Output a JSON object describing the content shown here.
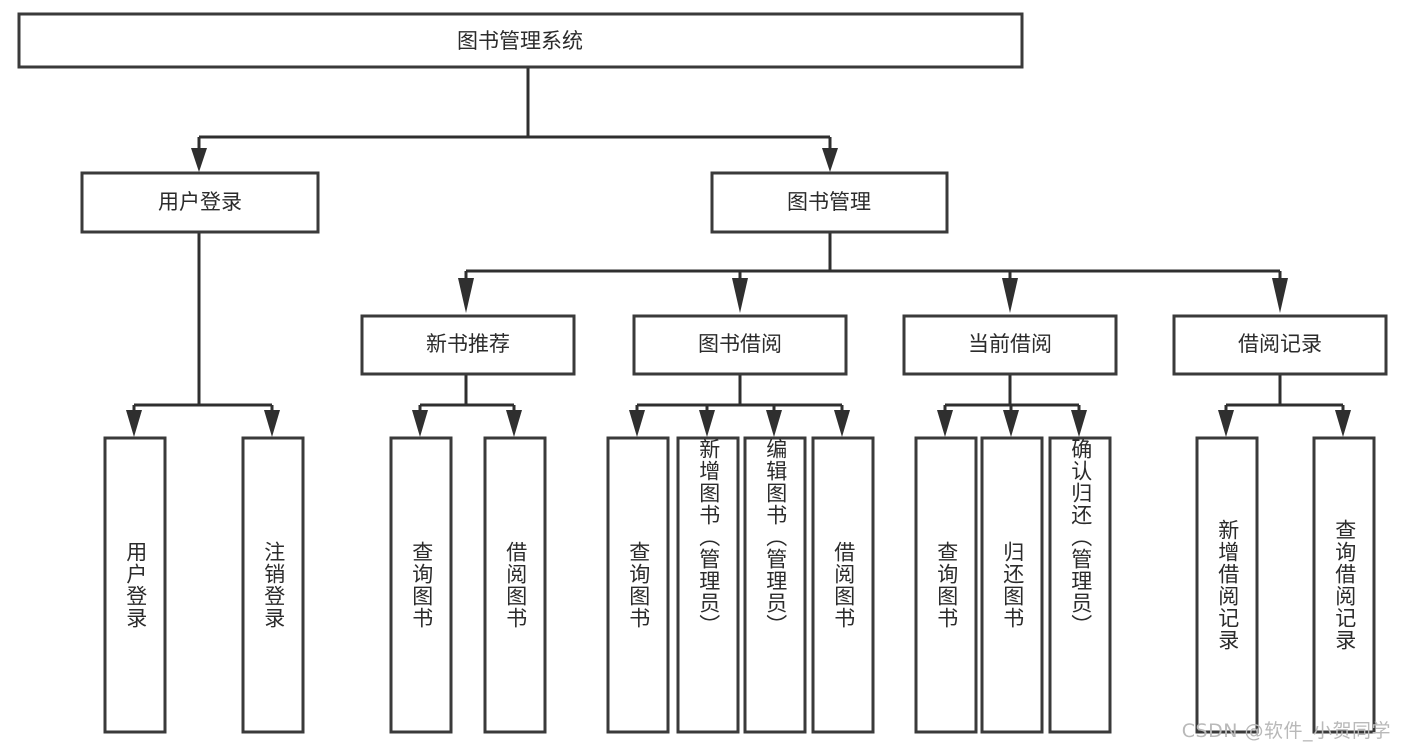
{
  "diagram": {
    "type": "tree-hierarchy",
    "title": "图书管理系统",
    "watermark": "CSDN @软件_小贺同学",
    "colors": {
      "box_stroke": "#3a3a3a",
      "connector": "#2f2f2f",
      "background": "#ffffff",
      "text": "#2b2b2b",
      "watermark": "#b9b9b9"
    },
    "root": {
      "label": "图书管理系统",
      "orientation": "horizontal"
    },
    "level2": [
      {
        "label": "用户登录",
        "orientation": "horizontal"
      },
      {
        "label": "图书管理",
        "orientation": "horizontal"
      }
    ],
    "level3": [
      {
        "label": "新书推荐",
        "orientation": "horizontal"
      },
      {
        "label": "图书借阅",
        "orientation": "horizontal"
      },
      {
        "label": "当前借阅",
        "orientation": "horizontal"
      },
      {
        "label": "借阅记录",
        "orientation": "horizontal"
      }
    ],
    "leaves": [
      {
        "label": "用户登录",
        "parent": "用户登录",
        "orientation": "vertical"
      },
      {
        "label": "注销登录",
        "parent": "用户登录",
        "orientation": "vertical"
      },
      {
        "label": "查询图书",
        "parent": "新书推荐",
        "orientation": "vertical"
      },
      {
        "label": "借阅图书",
        "parent": "新书推荐",
        "orientation": "vertical"
      },
      {
        "label": "查询图书",
        "parent": "图书借阅",
        "orientation": "vertical"
      },
      {
        "label": "新增图书（管理员）",
        "parent": "图书借阅",
        "orientation": "vertical"
      },
      {
        "label": "编辑图书（管理员）",
        "parent": "图书借阅",
        "orientation": "vertical"
      },
      {
        "label": "借阅图书",
        "parent": "图书借阅",
        "orientation": "vertical"
      },
      {
        "label": "查询图书",
        "parent": "当前借阅",
        "orientation": "vertical"
      },
      {
        "label": "归还图书",
        "parent": "当前借阅",
        "orientation": "vertical"
      },
      {
        "label": "确认归还（管理员）",
        "parent": "当前借阅",
        "orientation": "vertical"
      },
      {
        "label": "新增借阅记录",
        "parent": "借阅记录",
        "orientation": "vertical"
      },
      {
        "label": "查询借阅记录",
        "parent": "借阅记录",
        "orientation": "vertical"
      }
    ]
  }
}
